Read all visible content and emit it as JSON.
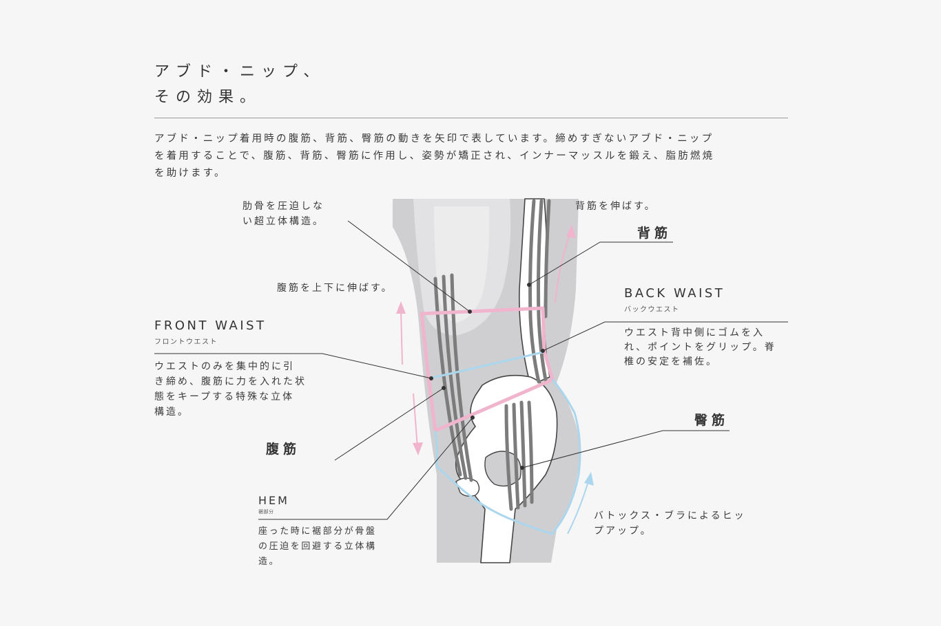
{
  "heading": {
    "line1": "アブド・ニップ、",
    "line2": "その効果。"
  },
  "intro": {
    "line1": "アブド・ニップ着用時の腹筋、背筋、臀筋の動きを矢印で表しています。締めすぎないアブド・ニップ",
    "line2": "を着用することで、腹筋、背筋、臀筋に作用し、姿勢が矯正され、インナーマッスルを鍛え、脂肪燃焼",
    "line3": "を助けます。"
  },
  "callouts": {
    "rib": {
      "line1": "肋骨を圧迫しな",
      "line2": "い超立体構造。"
    },
    "abs_stretch": "腹筋を上下に伸ばす。",
    "back_stretch": "背筋を伸ばす。",
    "back_muscle": "背筋",
    "back_waist": {
      "title": "BACK WAIST",
      "kana": "バックウエスト",
      "line1": "ウエスト背中側にゴムを入",
      "line2": "れ、ポイントをグリップ。脊",
      "line3": "椎の安定を補佐。"
    },
    "front_waist": {
      "title": "FRONT WAIST",
      "kana": "フロントウエスト",
      "line1": "ウエストのみを集中的に引",
      "line2": "き締め、腹筋に力を入れた状",
      "line3": "態をキープする特殊な立体",
      "line4": "構造。"
    },
    "abs_muscle": "腹筋",
    "glute_muscle": "臀筋",
    "hem": {
      "title": "HEM",
      "kana": "裾部分",
      "line1": "座った時に裾部分が骨盤",
      "line2": "の圧迫を回避する立体構",
      "line3": "造。"
    },
    "hip_up": {
      "line1": "バトックス・ブラによるヒッ",
      "line2": "プアップ。"
    }
  },
  "colors": {
    "background": "#f6f6f6",
    "body": "#cfcfd1",
    "rib": "#e4e4e5",
    "muscle": "#7c7c7c",
    "pink": "#f0b4cc",
    "blue": "#aad6ee",
    "leader": "#333333"
  }
}
